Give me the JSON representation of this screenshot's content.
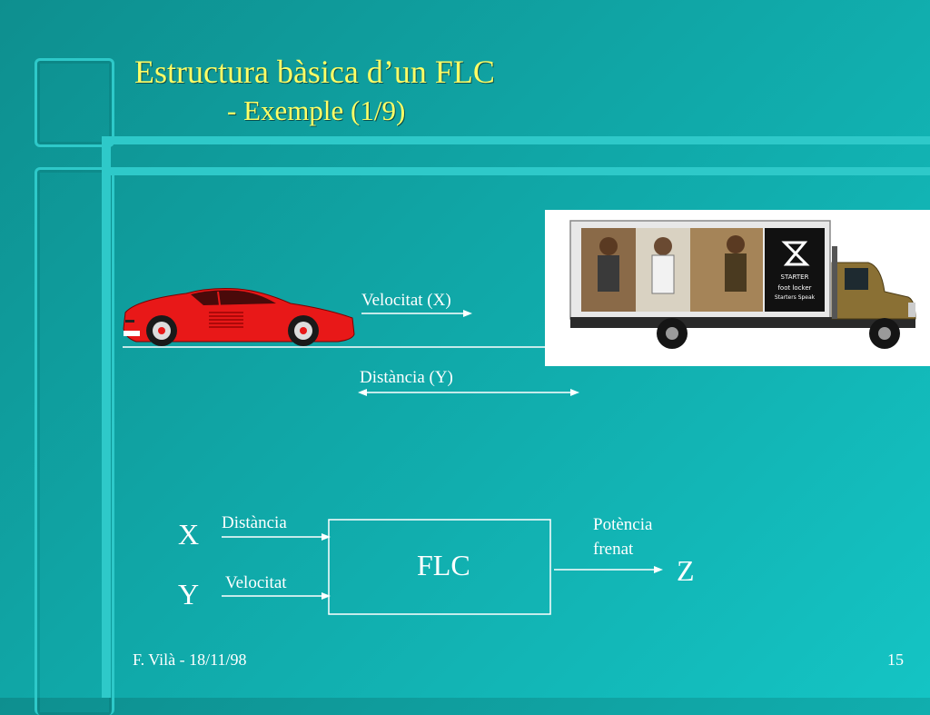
{
  "slide": {
    "title_line1": "Estructura bàsica d’un FLC",
    "title_line2": "- Exemple (1/9)"
  },
  "scene": {
    "velocity_label": "Velocitat (X)",
    "distance_label": "Distància (Y)"
  },
  "truck": {
    "brand_label": "STARTER",
    "sponsor_line1": "foot locker",
    "sponsor_line2": "Starters Speak"
  },
  "block_diagram": {
    "input_x_symbol": "X",
    "input_y_symbol": "Y",
    "input_x_label": "Distància",
    "input_y_label": "Velocitat",
    "block_label": "FLC",
    "output_label_line1": "Potència",
    "output_label_line2": "frenat",
    "output_symbol": "Z"
  },
  "footer": {
    "author_date": "F. Vilà - 18/11/98",
    "page_number": "15"
  },
  "colors": {
    "background": "#10a7a7",
    "frame": "#2ec9c9",
    "title": "#ffff66",
    "car_body": "#e81818"
  }
}
